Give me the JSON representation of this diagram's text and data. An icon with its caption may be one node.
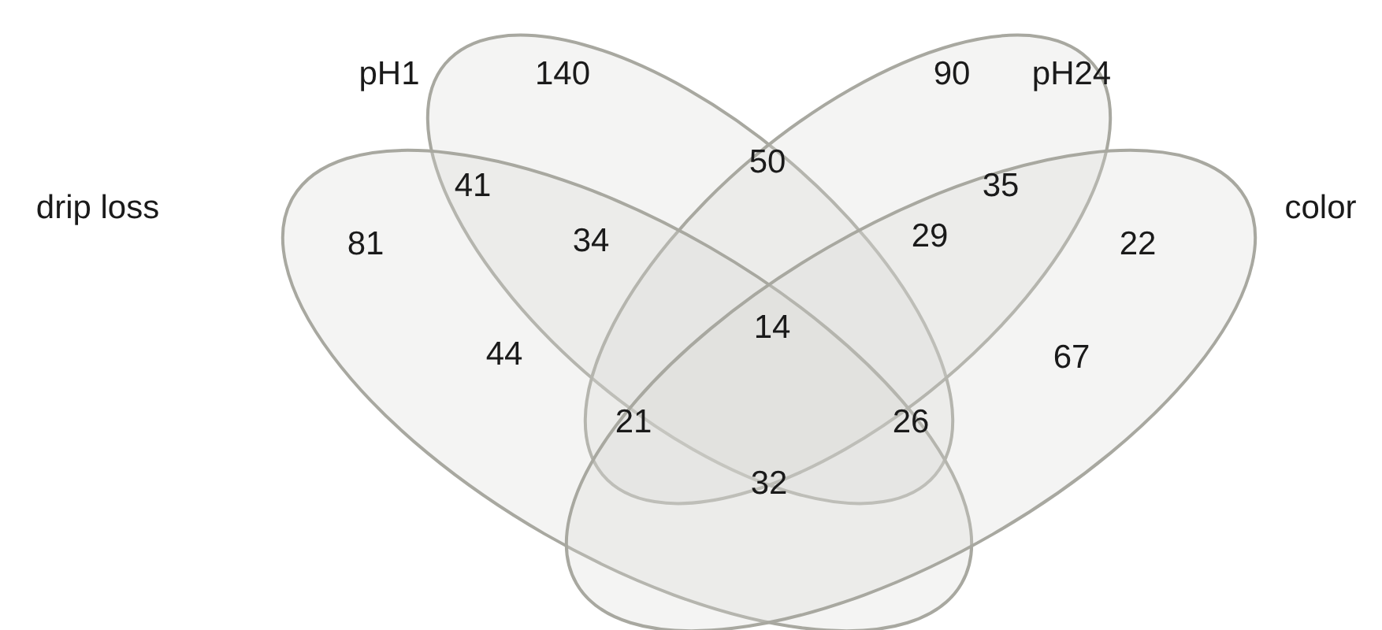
{
  "diagram": {
    "nodes": [
      {
        "text": [
          "pH1"
        ]
      },
      {
        "text": [
          "pH24"
        ]
      },
      {
        "text": [
          "drip loss"
        ]
      },
      {
        "text": [
          "color"
        ]
      }
    ],
    "labels": [
      "140",
      "90",
      "50",
      "41",
      "35",
      "81",
      "34",
      "29",
      "22",
      "14",
      "44",
      "67",
      "21",
      "26",
      "32"
    ]
  }
}
